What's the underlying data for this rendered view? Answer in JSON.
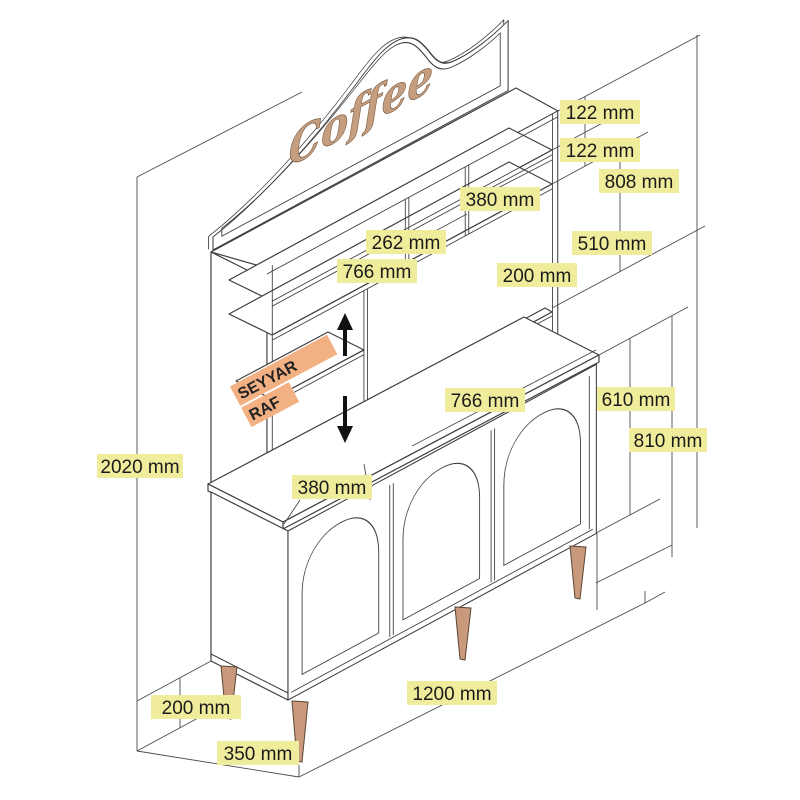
{
  "diagram": {
    "kind": "furniture-dimension-diagram",
    "crest_script": "Coffee"
  },
  "movable_shelf": {
    "line1": "SEYYAR",
    "line2": "RAF"
  },
  "dims": {
    "d122a": "122 mm",
    "d122b": "122 mm",
    "d808": "808 mm",
    "d380top": "380 mm",
    "d262": "262 mm",
    "d510": "510 mm",
    "d766top": "766 mm",
    "d200top": "200 mm",
    "d766mid": "766 mm",
    "d610": "610 mm",
    "d810": "810 mm",
    "d380low": "380 mm",
    "d2020": "2020 mm",
    "d200bl": "200 mm",
    "d1200": "1200 mm",
    "d350": "350 mm"
  },
  "colors": {
    "highlight": "#EFEC9C",
    "shelf_highlight": "#F3B183",
    "wood": "#C9997B",
    "script": "#C59E7F",
    "line": "#3F3F3F"
  }
}
